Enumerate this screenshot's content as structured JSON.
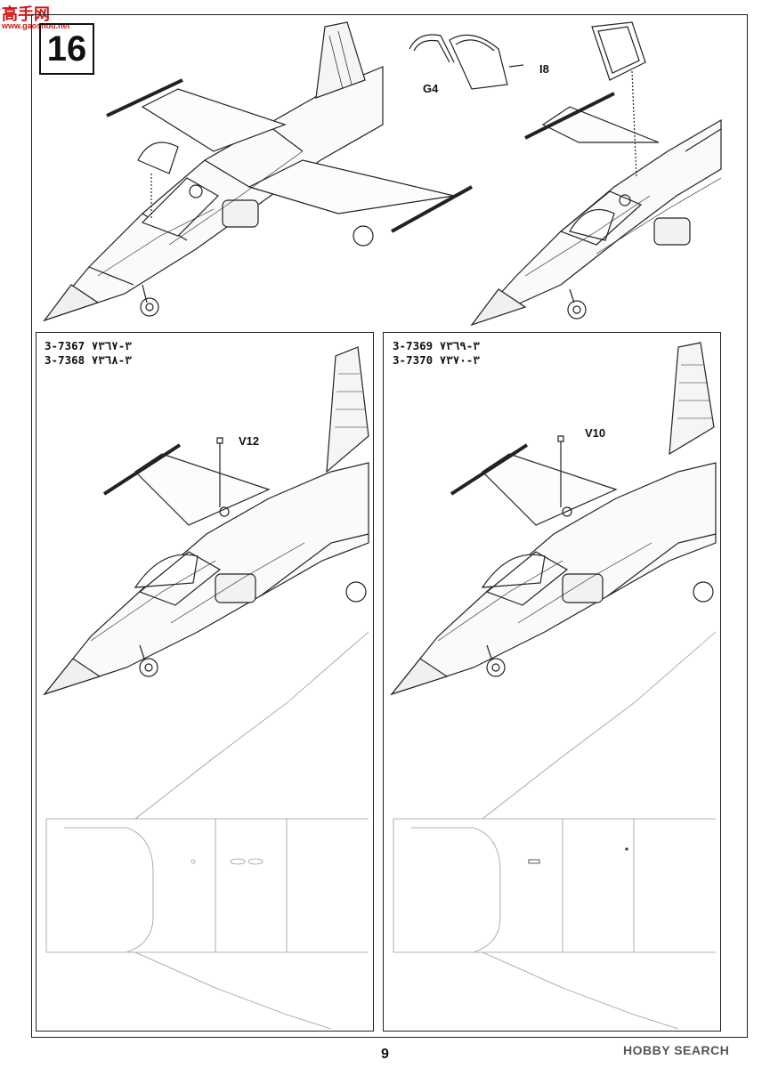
{
  "watermark": {
    "brand": "高手网",
    "url": "www.gaoshou.net"
  },
  "step": {
    "number": "16"
  },
  "parts": {
    "canopy_frame": "G4",
    "canopy": "I8",
    "left_part": "V12",
    "right_part": "V10"
  },
  "panels": {
    "left": {
      "codes": [
        "3-7367  ٣-٧٣٦٧",
        "3-7368  ٣-٧٣٦٨"
      ]
    },
    "right": {
      "codes": [
        "3-7369  ٣-٧٣٦٩",
        "3-7370  ٣-٧٣٧٠"
      ]
    }
  },
  "footer": {
    "page_number": "9",
    "watermark_br": "HOBBY SEARCH"
  }
}
